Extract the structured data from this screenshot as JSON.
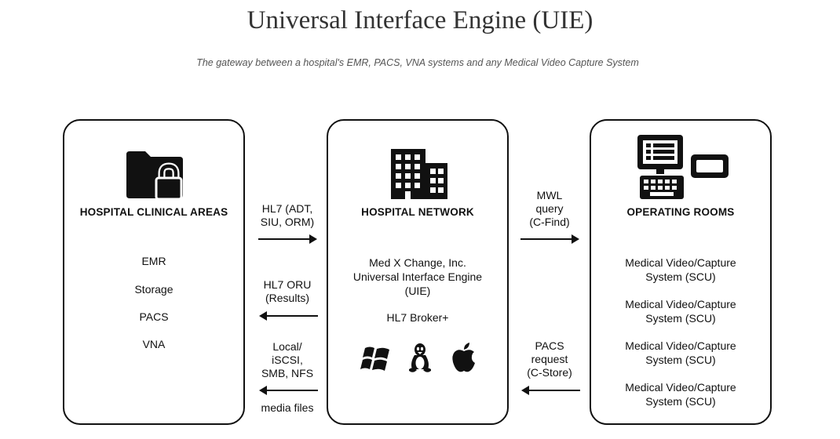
{
  "header": {
    "title": "Universal Interface Engine (UIE)",
    "subtitle": "The gateway between a hospital's EMR, PACS, VNA systems and any Medical Video Capture System"
  },
  "left_box": {
    "icon": "folder-lock-icon",
    "heading": "HOSPITAL CLINICAL AREAS",
    "items": [
      "EMR",
      "Storage",
      "PACS",
      "VNA"
    ]
  },
  "middle_box": {
    "icon": "building-icon",
    "heading": "HOSPITAL NETWORK",
    "product_lines": [
      "Med X Change, Inc.",
      "Universal Interface Engine",
      "(UIE)"
    ],
    "broker": "HL7 Broker+",
    "os_icons": [
      "windows-icon",
      "linux-icon",
      "apple-icon"
    ]
  },
  "right_box": {
    "icon": "workstation-monitor-icon",
    "heading": "OPERATING ROOMS",
    "systems": [
      {
        "line1": "Medical Video/Capture",
        "line2": "System (SCU)"
      },
      {
        "line1": "Medical Video/Capture",
        "line2": "System (SCU)"
      },
      {
        "line1": "Medical Video/Capture",
        "line2": "System (SCU)"
      },
      {
        "line1": "Medical Video/Capture",
        "line2": "System (SCU)"
      }
    ]
  },
  "left_links": [
    {
      "lines": [
        "HL7 (ADT,",
        "SIU, ORM)"
      ],
      "direction": "right"
    },
    {
      "lines": [
        "HL7 ORU",
        "(Results)"
      ],
      "direction": "left"
    },
    {
      "lines": [
        "Local/",
        "iSCSI,",
        "SMB, NFS"
      ],
      "direction": "left",
      "below": "media files"
    }
  ],
  "right_links": [
    {
      "lines": [
        "MWL",
        "query",
        "(C-Find)"
      ],
      "direction": "right"
    },
    {
      "lines": [
        "PACS",
        "request",
        "(C-Store)"
      ],
      "direction": "left"
    }
  ],
  "colors": {
    "ink": "#111111",
    "title": "#333333",
    "subtitle": "#555555"
  }
}
